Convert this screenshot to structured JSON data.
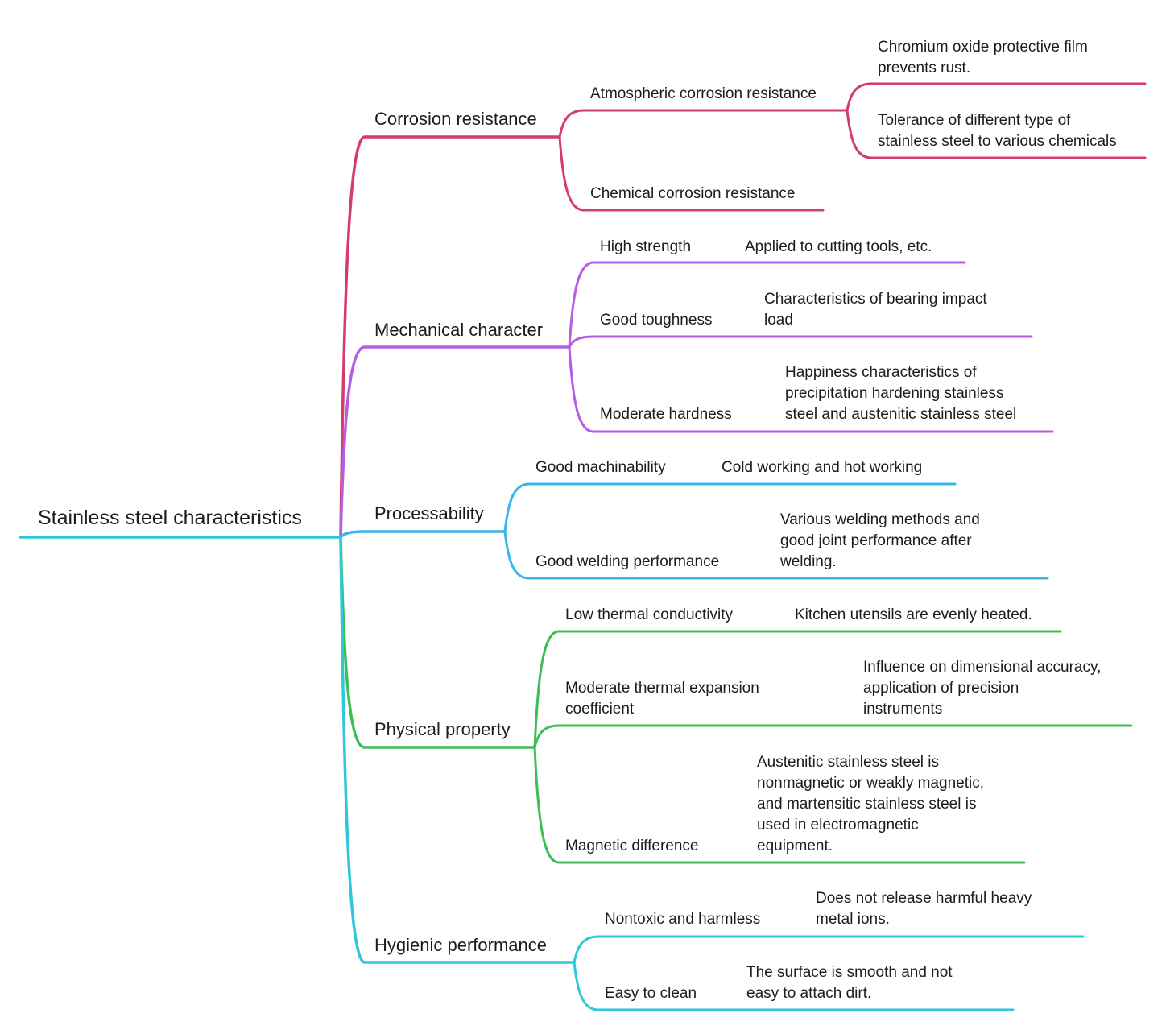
{
  "mindmap": {
    "root": {
      "label": "Stainless steel characteristics",
      "color": "#2ec7dc"
    },
    "branches": [
      {
        "label": "Corrosion resistance",
        "color": "#d63b6e",
        "children": [
          {
            "label": "Atmospheric corrosion resistance",
            "children": [
              {
                "label": "Chromium oxide protective film\nprevents rust."
              },
              {
                "label": "Tolerance of different type of\nstainless steel to various chemicals"
              }
            ]
          },
          {
            "label": "Chemical corrosion resistance",
            "children": []
          }
        ]
      },
      {
        "label": "Mechanical character",
        "color": "#b45ee6",
        "children": [
          {
            "label": "High strength",
            "children": [
              {
                "label": "Applied to cutting tools, etc."
              }
            ]
          },
          {
            "label": "Good toughness",
            "children": [
              {
                "label": "Characteristics of bearing impact\nload"
              }
            ]
          },
          {
            "label": "Moderate hardness",
            "children": [
              {
                "label": "Happiness characteristics of\nprecipitation hardening stainless\nsteel and austenitic stainless steel"
              }
            ]
          }
        ]
      },
      {
        "label": "Processability",
        "color": "#3ab5ea",
        "children": [
          {
            "label": "Good machinability",
            "children": [
              {
                "label": "Cold working and hot working"
              }
            ]
          },
          {
            "label": "Good welding performance",
            "children": [
              {
                "label": "Various welding methods and\ngood joint performance after\nwelding."
              }
            ]
          }
        ]
      },
      {
        "label": "Physical property",
        "color": "#3dbf55",
        "children": [
          {
            "label": "Low thermal conductivity",
            "children": [
              {
                "label": "Kitchen utensils are evenly heated."
              }
            ]
          },
          {
            "label": "Moderate thermal expansion\ncoefficient",
            "children": [
              {
                "label": "Influence on dimensional accuracy,\napplication of precision\ninstruments"
              }
            ]
          },
          {
            "label": "Magnetic difference",
            "children": [
              {
                "label": "Austenitic stainless steel is\nnonmagnetic or weakly magnetic,\nand martensitic stainless steel is\nused in electromagnetic\nequipment."
              }
            ]
          }
        ]
      },
      {
        "label": "Hygienic performance",
        "color": "#2ec7dc",
        "children": [
          {
            "label": "Nontoxic and harmless",
            "children": [
              {
                "label": "Does not release harmful heavy\nmetal ions."
              }
            ]
          },
          {
            "label": "Easy to clean",
            "children": [
              {
                "label": "The surface is smooth and not\neasy to attach dirt."
              }
            ]
          }
        ]
      }
    ]
  }
}
